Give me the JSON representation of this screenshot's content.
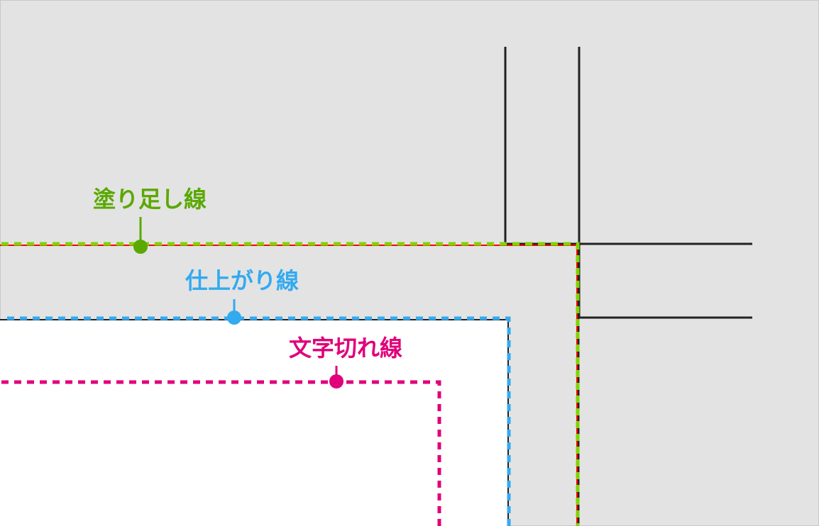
{
  "labels": {
    "bleed": "塗り足し線",
    "trim": "仕上がり線",
    "safe": "文字切れ線"
  },
  "colors": {
    "background": "#e3e3e3",
    "paper": "#ffffff",
    "bleed_dash": "#7ed400",
    "bleed_label": "#5aa800",
    "bleed_red": "#ff0000",
    "trim": "#33aaf0",
    "safe": "#e0007a",
    "crop_mark": "#222222"
  }
}
